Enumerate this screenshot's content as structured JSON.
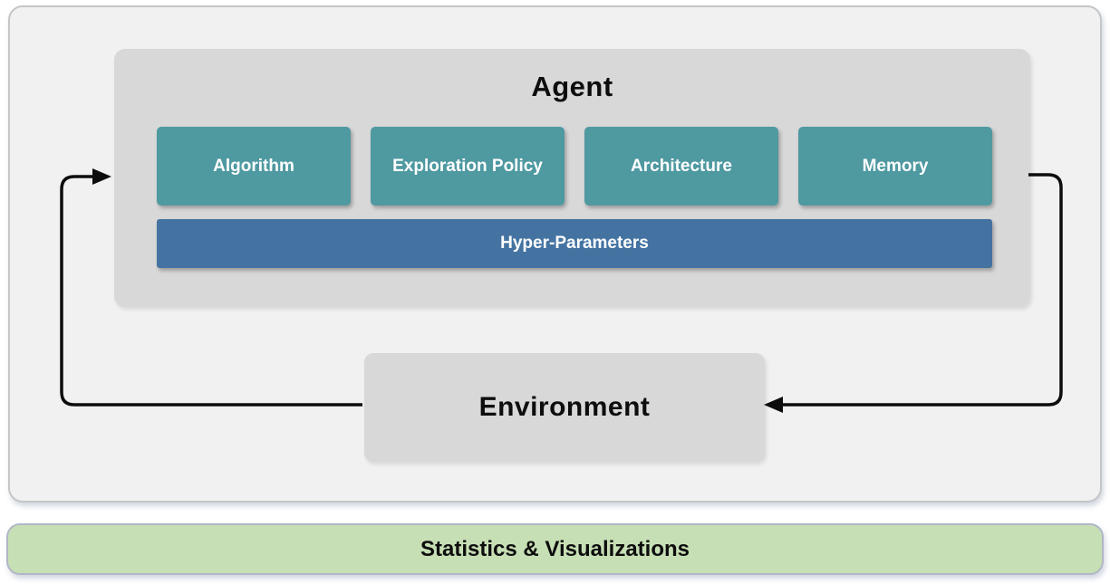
{
  "diagram": {
    "agent": {
      "title": "Agent",
      "components": [
        {
          "label": "Algorithm"
        },
        {
          "label": "Exploration Policy"
        },
        {
          "label": "Architecture"
        },
        {
          "label": "Memory"
        }
      ],
      "hyper_parameters_label": "Hyper-Parameters"
    },
    "environment_label": "Environment",
    "footer_label": "Statistics & Visualizations",
    "arrows": [
      {
        "from": "environment",
        "to": "agent",
        "side": "left"
      },
      {
        "from": "agent",
        "to": "environment",
        "side": "right"
      }
    ],
    "colors": {
      "component_box": "#4f99a1",
      "hyper_parameters_bar": "#4473a1",
      "panel_gray": "#d8d8d8",
      "canvas_gray": "#f1f1f2",
      "footer_green": "#c7dfb5",
      "footer_border": "#b1b7c7",
      "arrow": "#0d0d0d",
      "box_text": "#ffffff",
      "title_text": "#0d0d0d"
    }
  }
}
